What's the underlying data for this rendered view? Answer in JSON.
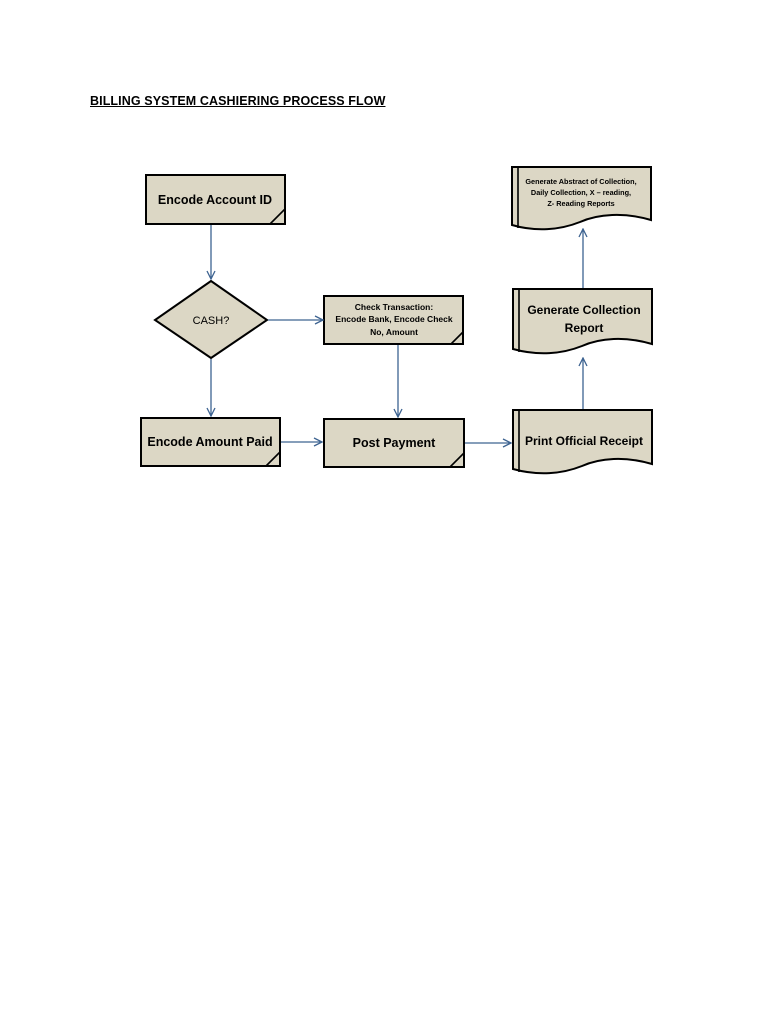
{
  "title": "BILLING SYSTEM CASHIERING PROCESS FLOW",
  "nodes": {
    "encode_account_id": "Encode Account ID",
    "cash_decision": "CASH?",
    "check_transaction": [
      "Check Transaction:",
      "Encode Bank, Encode Check",
      "No, Amount"
    ],
    "encode_amount_paid": "Encode Amount Paid",
    "post_payment": "Post Payment",
    "print_official_receipt": "Print Official Receipt",
    "generate_collection_report": [
      "Generate Collection",
      "Report"
    ],
    "generate_abstract": [
      "Generate Abstract of Collection,",
      "Daily Collection, X – reading,",
      "Z- Reading Reports"
    ]
  },
  "colors": {
    "node_fill": "#dcd7c5",
    "node_stroke": "#000000",
    "arrow": "#3d6391"
  }
}
